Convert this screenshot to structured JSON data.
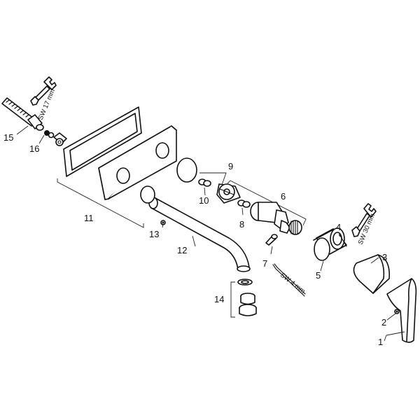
{
  "callouts": [
    "1",
    "2",
    "3",
    "4",
    "5",
    "6",
    "7",
    "8",
    "9",
    "10",
    "11",
    "12",
    "13",
    "14",
    "15",
    "16"
  ],
  "tools": {
    "wrench_17": "SW 17 mm",
    "wrench_30": "SW 30 mm",
    "hex_key_4": "SW 4 mm"
  }
}
